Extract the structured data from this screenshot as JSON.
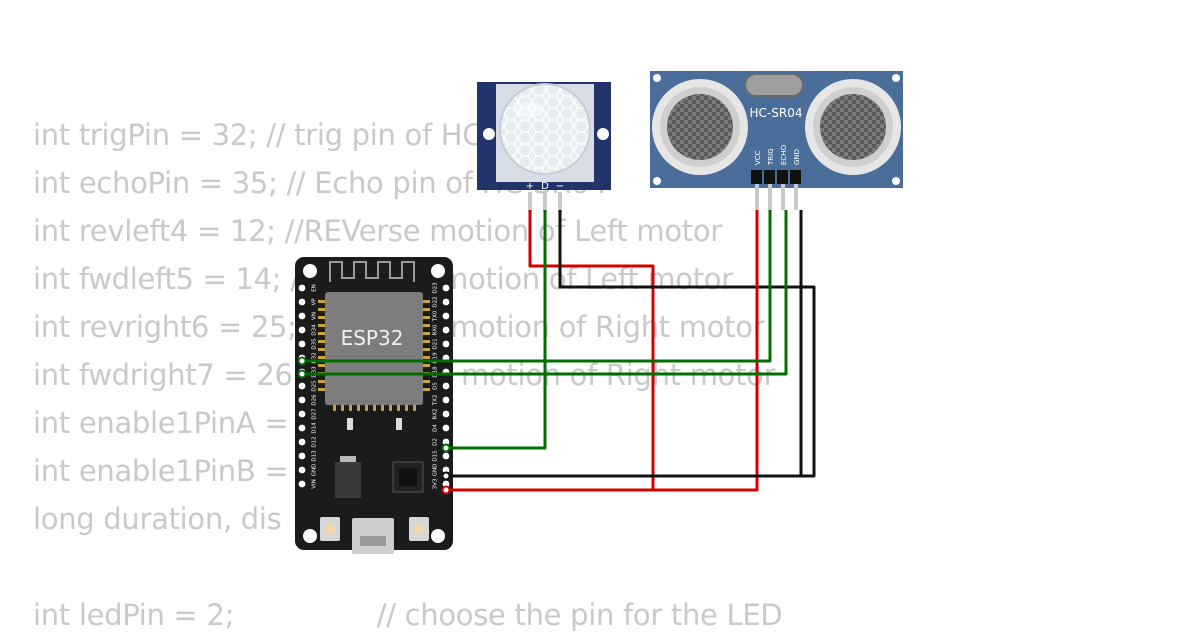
{
  "code_lines": [
    {
      "text": "int trigPin = 32; // trig pin of HC-SR04"
    },
    {
      "text": "int echoPin = 35; // Echo pin of HC-SR04"
    },
    {
      "text": "int revleft4 = 12; //REVerse motion of Left motor"
    },
    {
      "text": "int fwdleft5 = 14; //ForWarD motion of Left motor"
    },
    {
      "text": "int revright6 = 25; //REVerse motion of Right motor"
    },
    {
      "text": "int fwdright7 = 26; //ForWarD motion of Right motor"
    },
    {
      "text": "int enable1PinA ="
    },
    {
      "text": "int enable1PinB ="
    },
    {
      "text": "long duration, dis"
    },
    {
      "text": ""
    },
    {
      "text": "int ledPin = 2;                // choose the pin for the LED"
    }
  ],
  "esp32": {
    "chip_label": "ESP32",
    "left_pins": [
      "EN",
      "VP",
      "VN",
      "D34",
      "D35",
      "D32",
      "D33",
      "D25",
      "D26",
      "D27",
      "D14",
      "D12",
      "D13",
      "GND",
      "VIN"
    ],
    "right_pins": [
      "D23",
      "D22",
      "TX0",
      "RX0",
      "D21",
      "D19",
      "D18",
      "D5",
      "TX2",
      "RX2",
      "D4",
      "D2",
      "D15",
      "GND",
      "3V3"
    ]
  },
  "pir": {
    "pin_labels": [
      "+",
      "D",
      "−"
    ]
  },
  "ultrasonic": {
    "model_label": "HC-SR04",
    "pin_labels": [
      "VCC",
      "TRIG",
      "ECHO",
      "GND"
    ]
  },
  "colors": {
    "wire_red": "#d40000",
    "wire_green": "#006e00",
    "wire_black": "#111111",
    "board_dark": "#1b1b1b",
    "module_blue": "#4a6d9a",
    "pir_blue": "#23346b"
  }
}
